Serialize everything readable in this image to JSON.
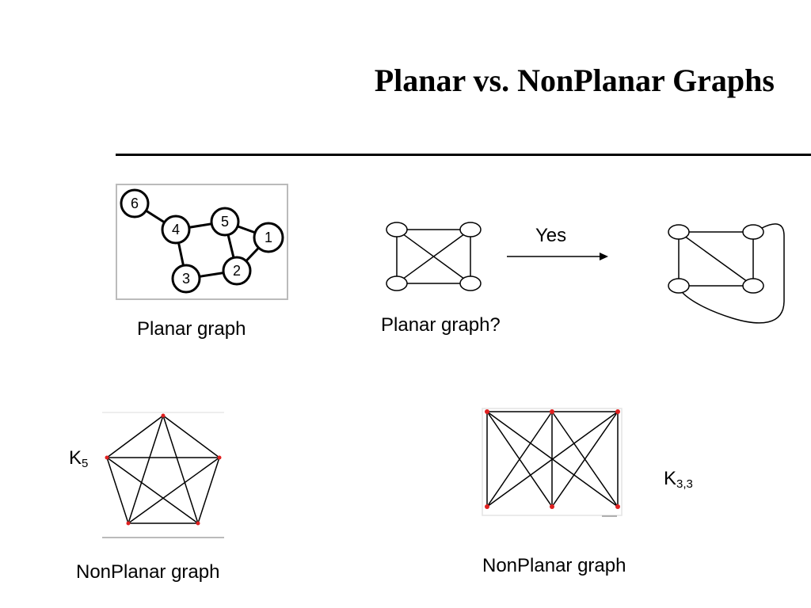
{
  "slide": {
    "title": "Planar vs. NonPlanar Graphs"
  },
  "graph_a": {
    "caption": "Planar graph",
    "nodes": [
      "6",
      "4",
      "5",
      "1",
      "3",
      "2"
    ]
  },
  "graph_b": {
    "caption": "Planar graph?",
    "arrow_label": "Yes"
  },
  "graph_k5": {
    "name_main": "K",
    "name_sub": "5",
    "caption": "NonPlanar graph"
  },
  "graph_k33": {
    "name_main": "K",
    "name_sub": "3,3",
    "caption": "NonPlanar graph"
  },
  "colors": {
    "vertex_red": "#e02020",
    "line": "#000000",
    "frame": "#bbbbbb"
  }
}
